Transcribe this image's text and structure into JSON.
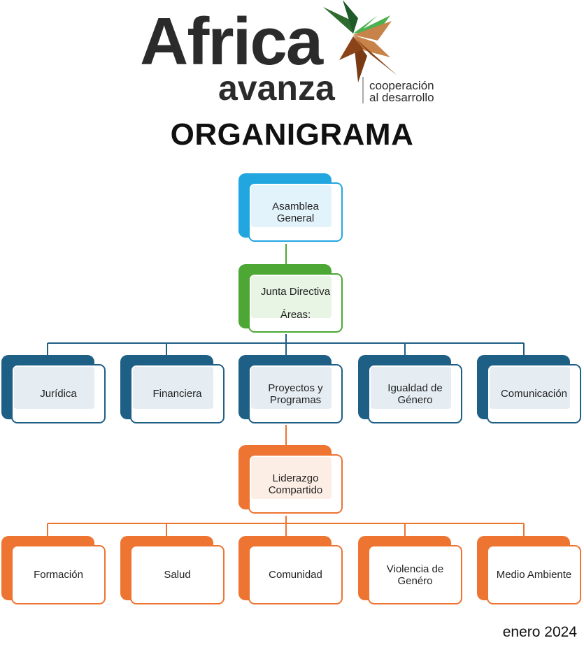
{
  "logo": {
    "brand": "Africa",
    "sub": "avanza",
    "tagline_line1": "cooperación",
    "tagline_line2": "al desarrollo"
  },
  "title": "ORGANIGRAMA",
  "nodes": {
    "asamblea": {
      "line1": "Asamblea",
      "line2": "General"
    },
    "junta": {
      "line1": "Junta Directiva",
      "line2": "",
      "line3": "Áreas:"
    },
    "areas": [
      {
        "line1": "Jurídica",
        "line2": ""
      },
      {
        "line1": "Financiera",
        "line2": ""
      },
      {
        "line1": "Proyectos y",
        "line2": "Programas"
      },
      {
        "line1": "Igualdad de",
        "line2": "Género"
      },
      {
        "line1": "Comunicación",
        "line2": ""
      }
    ],
    "liderazgo": {
      "line1": "Liderazgo",
      "line2": "Compartido"
    },
    "sub_areas": [
      {
        "line1": "Formación",
        "line2": ""
      },
      {
        "line1": "Salud",
        "line2": ""
      },
      {
        "line1": "Comunidad",
        "line2": ""
      },
      {
        "line1": "Violencia de",
        "line2": "Genéro"
      },
      {
        "line1": "Medio Ambiente",
        "line2": ""
      }
    ]
  },
  "colors": {
    "blue_dark": "#1e5f86",
    "blue_light": "#22a6e0",
    "green": "#4ca734",
    "orange": "#ed7431",
    "logo_text": "#2b2b2b"
  },
  "date": "enero 2024"
}
